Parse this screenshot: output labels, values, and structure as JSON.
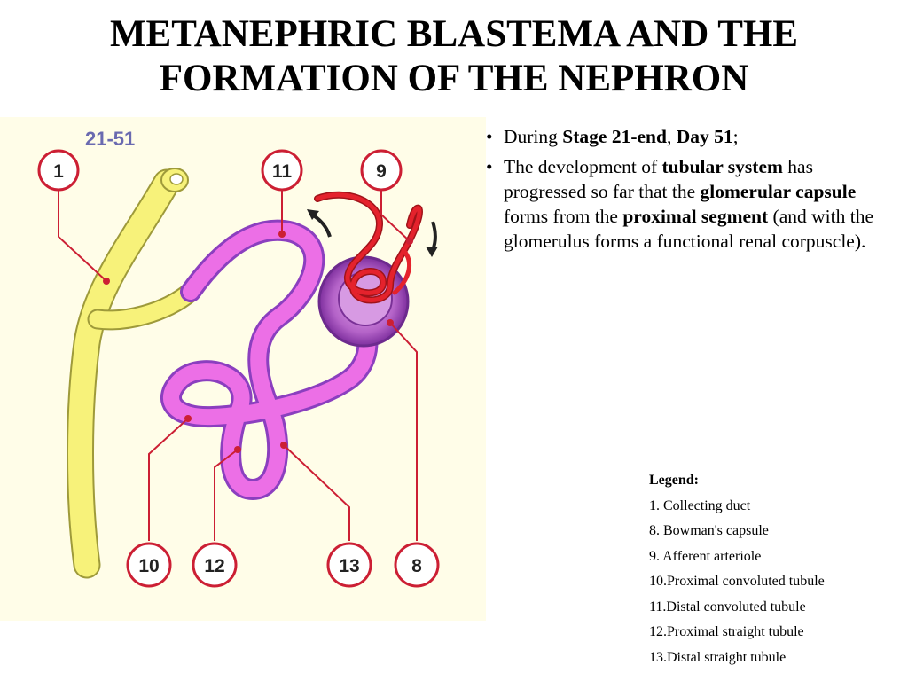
{
  "title": {
    "line1": "METANEPHRIC BLASTEMA AND THE",
    "line2": "FORMATION OF THE NEPHRON"
  },
  "diagram": {
    "stage_label": "21-51",
    "callouts": [
      "1",
      "11",
      "9",
      "10",
      "12",
      "13",
      "8"
    ],
    "colors": {
      "duct": "#f7f27a",
      "tubule": "#ec6fe6",
      "tubule_dark": "#8b3fbf",
      "capsule": "#c580d8",
      "vessel": "#e4222c",
      "callout": "#cc1f34",
      "background": "#fffde8"
    }
  },
  "bullets": [
    {
      "p1": "During ",
      "b1": "Stage 21-end",
      "p2": ", ",
      "b2": "Day 51",
      "p3": ";"
    },
    {
      "p1": "The development of ",
      "b1": "tubular system",
      "p2": " has progressed so far that the ",
      "b2": "glomerular capsule",
      "p3": " forms from the ",
      "b3": "proximal segment",
      "p4": " (and with the glomerulus forms a functional renal corpuscle)."
    }
  ],
  "legend": {
    "heading": "Legend:",
    "items": [
      "1. Collecting duct",
      "8. Bowman's capsule",
      "9. Afferent arteriole",
      "10.Proximal convoluted tubule",
      "11.Distal convoluted tubule",
      "12.Proximal straight tubule",
      "13.Distal straight tubule"
    ]
  }
}
